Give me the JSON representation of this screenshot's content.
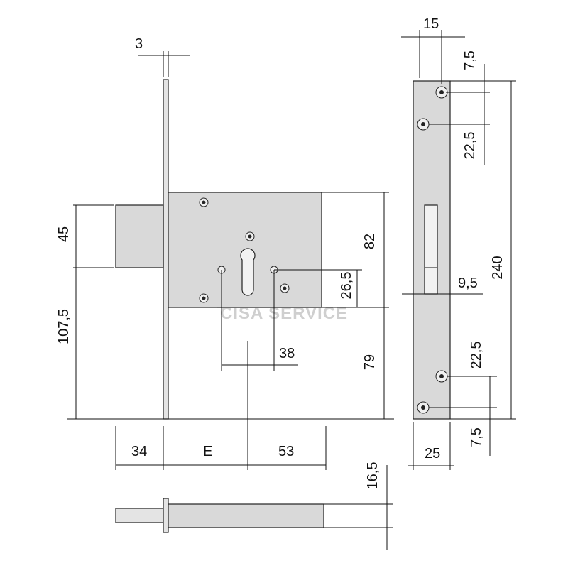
{
  "dimensions": {
    "faceplate_thickness": "3",
    "bolt_throw_height": "45",
    "lower_height": "107,5",
    "backset_offset_a": "34",
    "backset": "E",
    "center_to_back": "53",
    "upper_to_center": "82",
    "center_to_bottom": "79",
    "cylinder_upper": "26,5",
    "cylinder_spacing": "38",
    "strike_width_top": "15",
    "strike_top_offset": "7,5",
    "strike_hole_spacing_top": "22,5",
    "strike_total_height": "240",
    "strike_slot_center": "9,5",
    "strike_hole_spacing_bottom": "22,5",
    "strike_bottom_offset": "7,5",
    "strike_width_bottom": "25",
    "bolt_depth": "16,5"
  },
  "watermark": "CISA SERVICE"
}
